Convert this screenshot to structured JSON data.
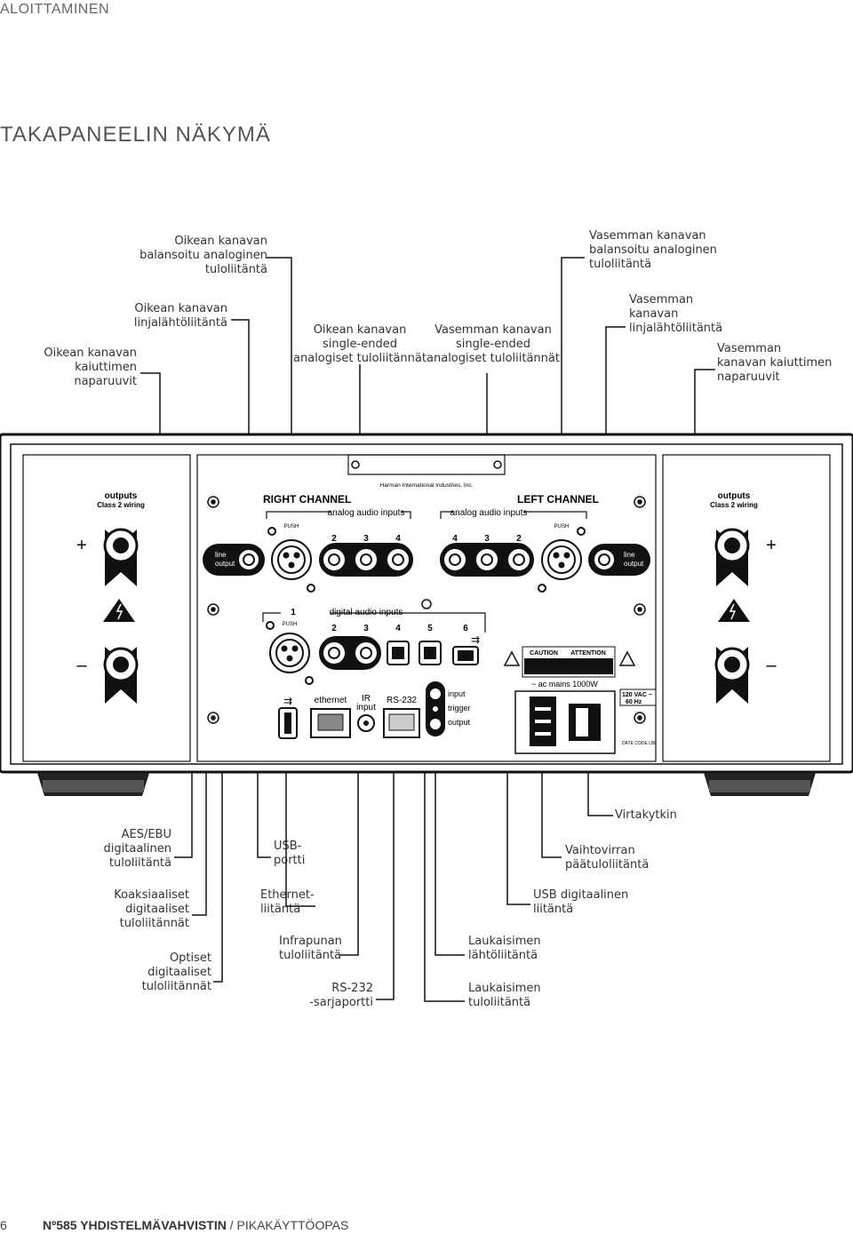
{
  "header": {
    "section": "ALOITTAMINEN",
    "title": "TAKAPANEELIN NÄKYMÄ"
  },
  "callouts": {
    "right_balanced": "Oikean kanavan\nbalansoitu analoginen\ntuloliitäntä",
    "left_balanced": "Vasemman kanavan\nbalansoitu analoginen\ntuloliitäntä",
    "right_line_out": "Oikean kanavan\nlinjalähtöliitäntä",
    "right_speaker": "Oikean kanavan\nkaiuttimen\nnaparuuvit",
    "right_single": "Oikean kanavan\nsingle-ended\nanalogiset tuloliitännät",
    "left_single": "Vasemman kanavan\nsingle-ended\nanalogiset tuloliitännät",
    "left_line_out": "Vasemman\nkanavan\nlinjalähtöliitäntä",
    "left_speaker": "Vasemman\nkanavan kaiuttimen\nnaparuuvit",
    "aes_ebu": "AES/EBU\ndigitaalinen\ntuloliitäntä",
    "usb_port": "USB-\nportti",
    "power_switch": "Virtakytkin",
    "ac_input": "Vaihtovirran\npäätuloliitäntä",
    "coax": "Koaksiaaliset\ndigitaaliset\ntuloliitännät",
    "ethernet": "Ethernet-\nliitäntä",
    "usb_digital": "USB digitaalinen\nliitäntä",
    "optical": "Optiset\ndigitaaliset\ntuloliitännät",
    "ir_input": "Infrapunan\ntuloliitäntä",
    "trigger_out": "Laukaisimen\nlähtöliitäntä",
    "rs232": "RS-232\n-sarjaportti",
    "trigger_in": "Laukaisimen\ntuloliitäntä"
  },
  "panel": {
    "manufacturer": "Harman International Industries, Inc.",
    "right_channel": "RIGHT CHANNEL",
    "left_channel": "LEFT CHANNEL",
    "analog_inputs": "analog audio inputs",
    "digital_inputs": "digital audio inputs",
    "outputs": "outputs",
    "class2": "Class 2 wiring",
    "line_output": "line\noutput",
    "push": "PUSH",
    "plus": "+",
    "minus": "–",
    "ethernet": "ethernet",
    "ir_input": "IR\ninput",
    "rs232": "RS-232",
    "trigger_input": "input",
    "trigger": "trigger",
    "trigger_output": "output",
    "ac_mains": "~ ac mains  1000W",
    "voltage": "120 VAC ~\n60 Hz",
    "caution": "CAUTION",
    "attention": "ATTENTION",
    "date_code": "DATE CODE LBL",
    "num_1": "1",
    "num_2": "2",
    "num_3": "3",
    "num_4": "4",
    "num_5": "5",
    "num_6": "6"
  },
  "footer": {
    "page": "6",
    "product": "Nº585 YHDISTELMÄVAHVISTIN",
    "separator": " / ",
    "guide": "PIKAKÄYTTÖOPAS"
  }
}
